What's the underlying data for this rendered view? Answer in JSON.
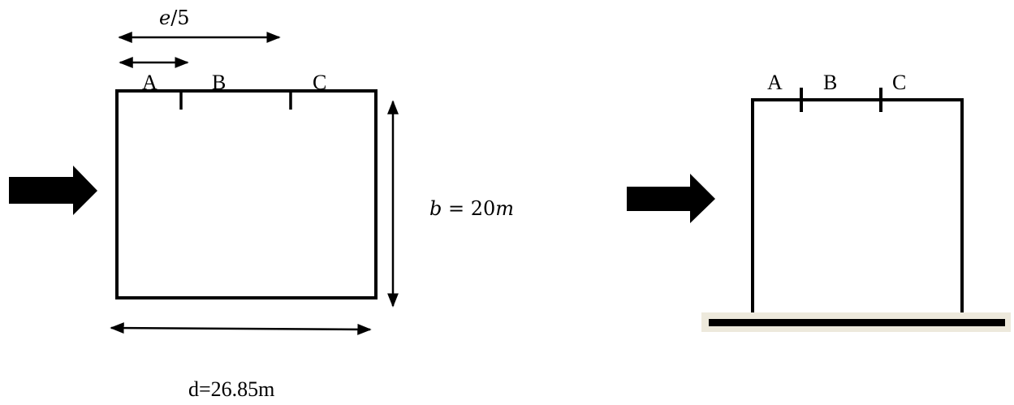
{
  "plan_view": {
    "labels": {
      "a": "A",
      "b": "B",
      "c": "C"
    },
    "dimension_e5": {
      "var": "e",
      "rest": "/5"
    },
    "dimension_b": {
      "var": "b",
      "eq": " = 20",
      "unit": "m"
    },
    "dimension_d": "d=26.85m"
  },
  "elevation_view": {
    "labels": {
      "a": "A",
      "b": "B",
      "c": "C"
    }
  },
  "colors": {
    "stroke": "#000000",
    "ground_band": "#ede9dc"
  },
  "icons": [
    "wind-arrow-icon",
    "wind-arrow-icon"
  ]
}
